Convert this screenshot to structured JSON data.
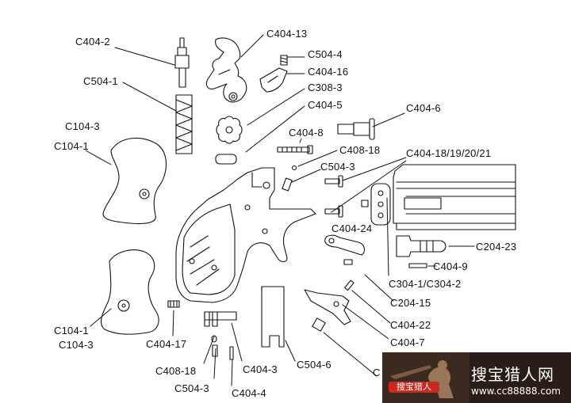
{
  "labels": {
    "c404_2": "C404-2",
    "c504_1": "C504-1",
    "c104_3_top": "C104-3",
    "c104_1_top": "C104-1",
    "c404_13": "C404-13",
    "c504_4": "C504-4",
    "c404_16": "C404-16",
    "c308_3": "C308-3",
    "c404_5": "C404-5",
    "c404_6": "C404-6",
    "c404_8": "C404-8",
    "c408_18_top": "C408-18",
    "c404_18_19_20_21": "C404-18/19/20/21",
    "c504_3_top": "C504-3",
    "c404_24": "C404-24",
    "c204_23": "C204-23",
    "c404_9": "C404-9",
    "c304": "C304-1/C304-2",
    "c204_15": "C204-15",
    "c404_22": "C404-22",
    "c404_7": "C404-7",
    "c104_1_bottom": "C104-1",
    "c104_3_bottom": "C104-3",
    "c404_17": "C404-17",
    "c408_18_bottom": "C408-18",
    "c404_3": "C404-3",
    "c504_6": "C504-6",
    "c504_3_bottom": "C504-3",
    "c404_4": "C404-4",
    "c_partial": "C"
  },
  "watermark": {
    "title": "搜宝猎人网",
    "url": "www.cc88888.com",
    "brand": "搜宝猎人"
  }
}
